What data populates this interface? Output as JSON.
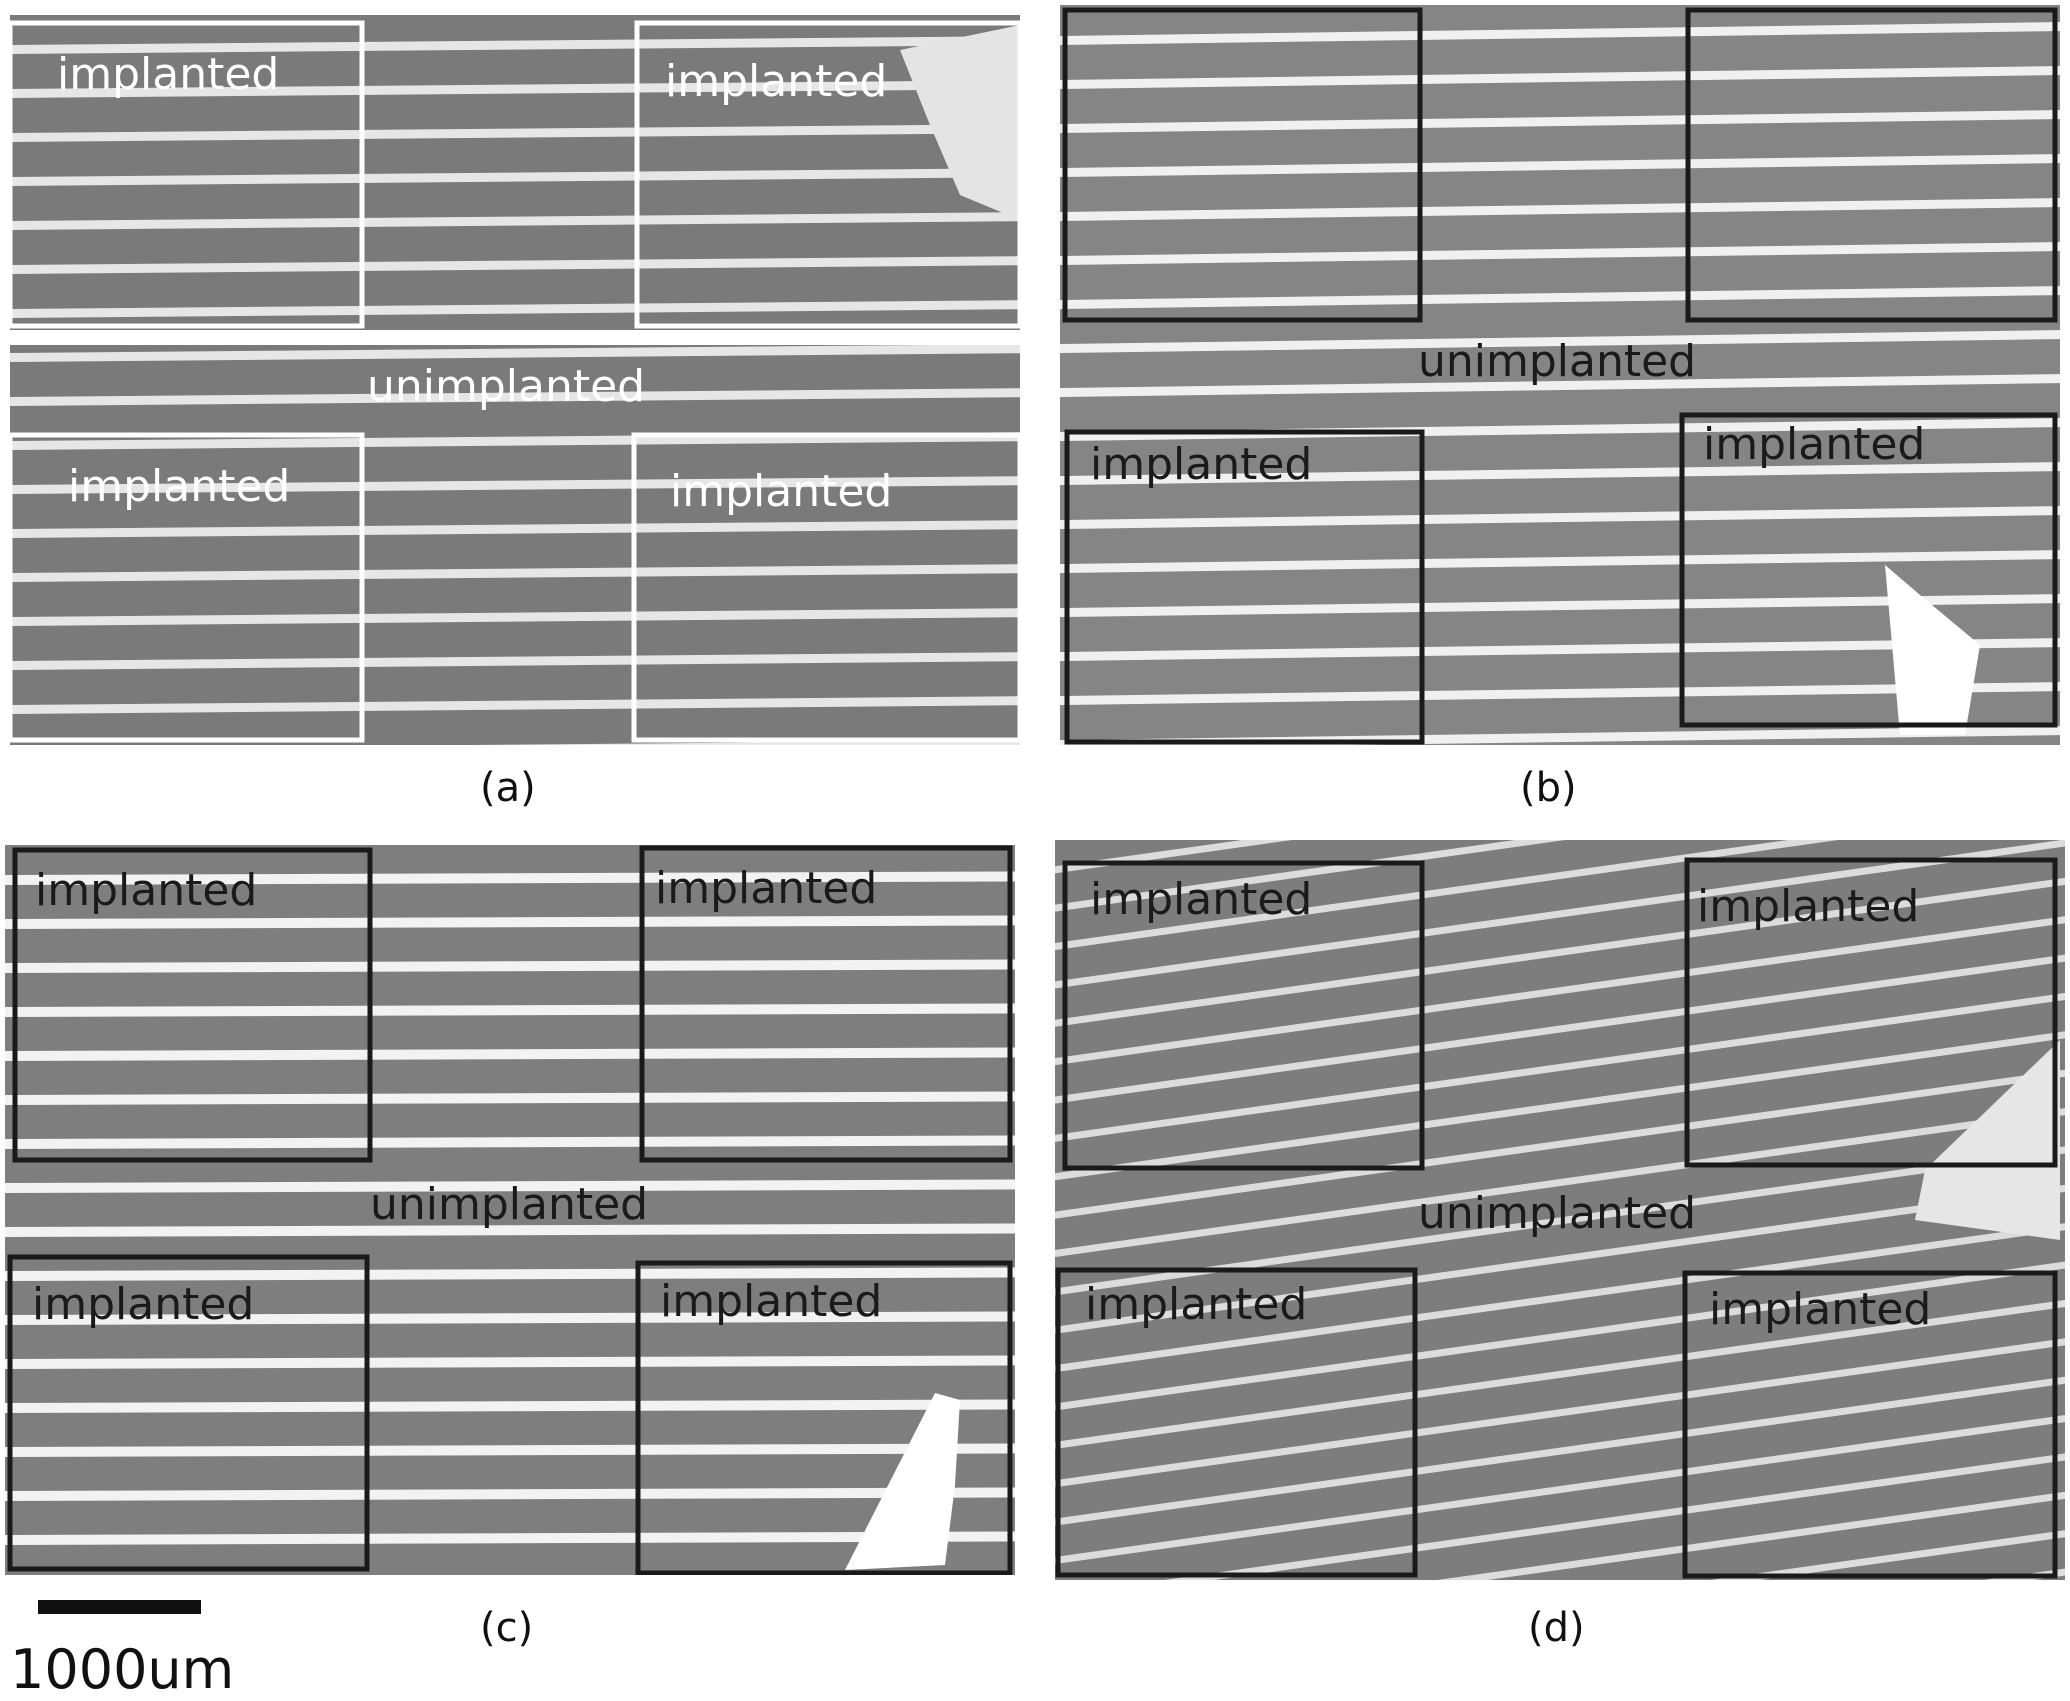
{
  "panels": [
    {
      "id": "a",
      "caption": "(a)",
      "region_top_left": "implanted",
      "region_top_right": "implanted",
      "region_center": "unimplanted",
      "region_bottom_left": "implanted",
      "region_bottom_right": "implanted",
      "box_color": "#ffffff",
      "label_color": "#ffffff",
      "stripe_tilt_deg": 0.5
    },
    {
      "id": "b",
      "caption": "(b)",
      "region_top_left": "",
      "region_top_right": "",
      "region_center": "unimplanted",
      "region_bottom_left": "implanted",
      "region_bottom_right": "implanted",
      "box_color": "#1a1a1a",
      "label_color": "#1a1a1a",
      "stripe_tilt_deg": 0.8
    },
    {
      "id": "c",
      "caption": "(c)",
      "region_top_left": "implanted",
      "region_top_right": "implanted",
      "region_center": "unimplanted",
      "region_bottom_left": "implanted",
      "region_bottom_right": "implanted",
      "box_color": "#1a1a1a",
      "label_color": "#1a1a1a",
      "stripe_tilt_deg": 0.2
    },
    {
      "id": "d",
      "caption": "(d)",
      "region_top_left": "implanted",
      "region_top_right": "implanted",
      "region_center": "unimplanted",
      "region_bottom_left": "implanted",
      "region_bottom_right": "implanted",
      "box_color": "#1a1a1a",
      "label_color": "#1a1a1a",
      "stripe_tilt_deg": 8
    }
  ],
  "scale_bar": {
    "label": "1000um"
  }
}
